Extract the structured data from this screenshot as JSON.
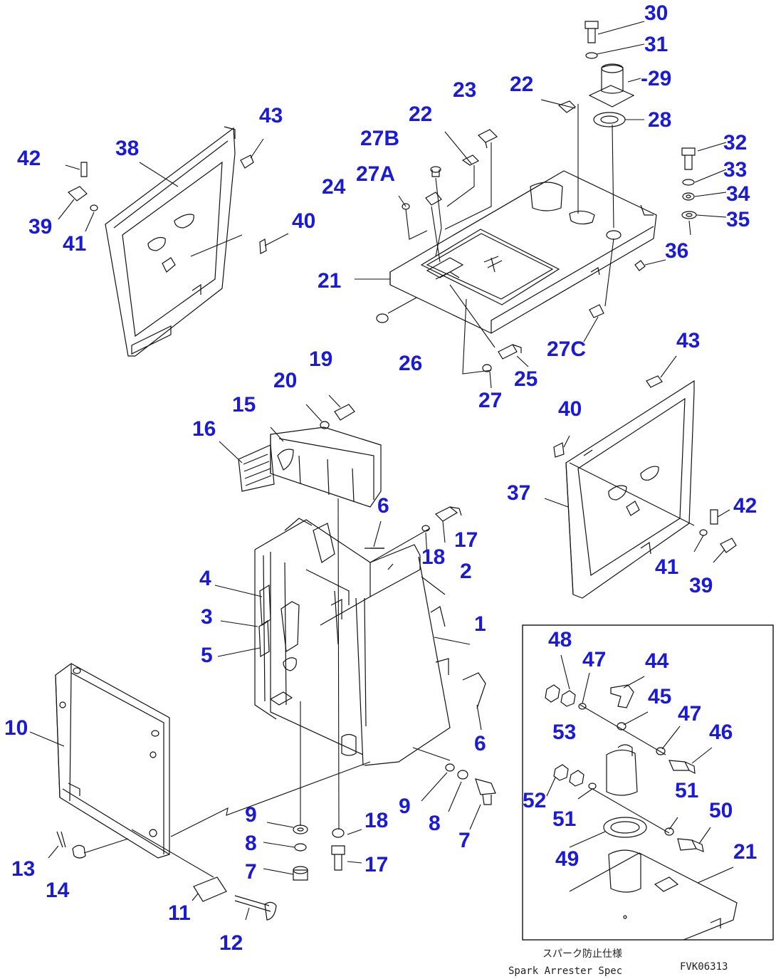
{
  "diagram": {
    "title": "",
    "inset_caption_jp": "スパーク防止仕様",
    "inset_caption_en": "Spark Arrester Spec",
    "drawing_code": "FVK06313",
    "line_color": "#111111",
    "callout_color": "#1a1ad8",
    "callouts": [
      {
        "id": "c30",
        "label": "30"
      },
      {
        "id": "c31",
        "label": "31"
      },
      {
        "id": "c29",
        "label": "-29"
      },
      {
        "id": "c28",
        "label": "28"
      },
      {
        "id": "c22a",
        "label": "22"
      },
      {
        "id": "c23",
        "label": "23"
      },
      {
        "id": "c22b",
        "label": "22"
      },
      {
        "id": "c27b",
        "label": "27B"
      },
      {
        "id": "c27a",
        "label": "27A"
      },
      {
        "id": "c24",
        "label": "24"
      },
      {
        "id": "c32",
        "label": "32"
      },
      {
        "id": "c33",
        "label": "33"
      },
      {
        "id": "c34",
        "label": "34"
      },
      {
        "id": "c35",
        "label": "35"
      },
      {
        "id": "c36",
        "label": "36"
      },
      {
        "id": "c21a",
        "label": "21"
      },
      {
        "id": "c26",
        "label": "26"
      },
      {
        "id": "c27c",
        "label": "27C"
      },
      {
        "id": "c25",
        "label": "25"
      },
      {
        "id": "c27",
        "label": "27"
      },
      {
        "id": "c43a",
        "label": "43"
      },
      {
        "id": "c38",
        "label": "38"
      },
      {
        "id": "c42a",
        "label": "42"
      },
      {
        "id": "c39a",
        "label": "39"
      },
      {
        "id": "c41a",
        "label": "41"
      },
      {
        "id": "c40a",
        "label": "40"
      },
      {
        "id": "c19",
        "label": "19"
      },
      {
        "id": "c20",
        "label": "20"
      },
      {
        "id": "c15",
        "label": "15"
      },
      {
        "id": "c16",
        "label": "16"
      },
      {
        "id": "c6a",
        "label": "6"
      },
      {
        "id": "c17a",
        "label": "17"
      },
      {
        "id": "c18a",
        "label": "18"
      },
      {
        "id": "c2",
        "label": "2"
      },
      {
        "id": "c4",
        "label": "4"
      },
      {
        "id": "c3",
        "label": "3"
      },
      {
        "id": "c5",
        "label": "5"
      },
      {
        "id": "c1",
        "label": "1"
      },
      {
        "id": "c6b",
        "label": "6"
      },
      {
        "id": "c43b",
        "label": "43"
      },
      {
        "id": "c40b",
        "label": "40"
      },
      {
        "id": "c37",
        "label": "37"
      },
      {
        "id": "c42b",
        "label": "42"
      },
      {
        "id": "c41b",
        "label": "41"
      },
      {
        "id": "c39b",
        "label": "39"
      },
      {
        "id": "c10",
        "label": "10"
      },
      {
        "id": "c9a",
        "label": "9"
      },
      {
        "id": "c8a",
        "label": "8"
      },
      {
        "id": "c7a",
        "label": "7"
      },
      {
        "id": "c18b",
        "label": "18"
      },
      {
        "id": "c17b",
        "label": "17"
      },
      {
        "id": "c9b",
        "label": "9"
      },
      {
        "id": "c8b",
        "label": "8"
      },
      {
        "id": "c7b",
        "label": "7"
      },
      {
        "id": "c13",
        "label": "13"
      },
      {
        "id": "c14",
        "label": "14"
      },
      {
        "id": "c11",
        "label": "11"
      },
      {
        "id": "c12",
        "label": "12"
      },
      {
        "id": "c48",
        "label": "48"
      },
      {
        "id": "c47a",
        "label": "47"
      },
      {
        "id": "c44",
        "label": "44"
      },
      {
        "id": "c45",
        "label": "45"
      },
      {
        "id": "c47b",
        "label": "47"
      },
      {
        "id": "c46",
        "label": "46"
      },
      {
        "id": "c53",
        "label": "53"
      },
      {
        "id": "c52",
        "label": "52"
      },
      {
        "id": "c51a",
        "label": "51"
      },
      {
        "id": "c51b",
        "label": "51"
      },
      {
        "id": "c50",
        "label": "50"
      },
      {
        "id": "c49",
        "label": "49"
      },
      {
        "id": "c21b",
        "label": "21"
      }
    ]
  }
}
